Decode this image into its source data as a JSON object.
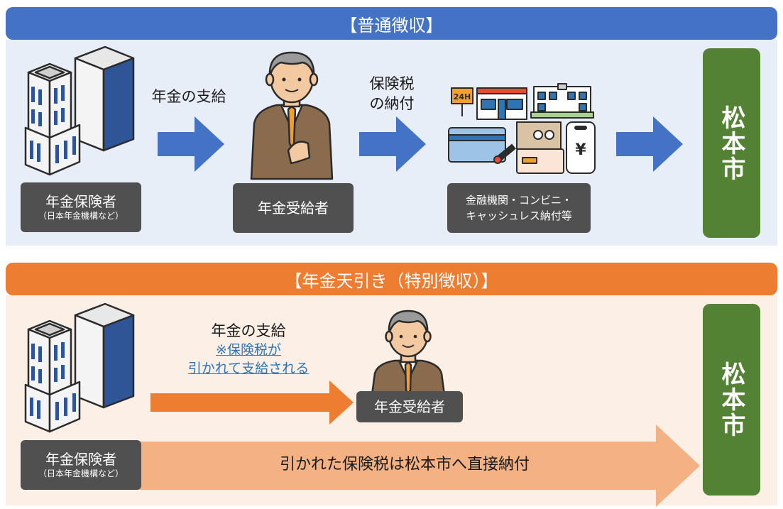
{
  "regular": {
    "banner": "【普通徴収】",
    "insurer_name": "年金保険者",
    "insurer_sub": "（日本年金機構など）",
    "pension_payment": "年金の支給",
    "recipient": "年金受給者",
    "tax_payment_line1": "保険税",
    "tax_payment_line2": "の納付",
    "payment_methods_line1": "金融機関・コンビニ・",
    "payment_methods_line2": "キャッシュレス納付等",
    "store_sign": "24H",
    "yen_symbol": "¥",
    "city": "松本市"
  },
  "special": {
    "banner": "【年金天引き（特別徴収）】",
    "insurer_name": "年金保険者",
    "insurer_sub": "（日本年金機構など）",
    "pension_payment": "年金の支給",
    "note_line1": "※保険税が",
    "note_line2": "引かれて支給される",
    "recipient": "年金受給者",
    "direct_payment": "引かれた保険税は松本市へ直接納付",
    "city": "松本市"
  },
  "colors": {
    "blue_banner": "#4472C4",
    "orange_banner": "#ED7D31",
    "city_green": "#548235",
    "arrow_blue": "#4472C4",
    "arrow_orange": "#ED7D31",
    "arrow_light_orange": "#F4B183"
  }
}
